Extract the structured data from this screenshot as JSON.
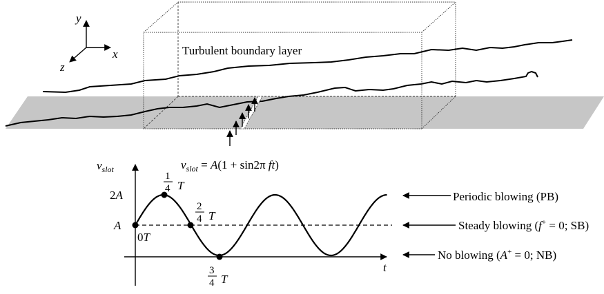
{
  "axes": {
    "y": "y",
    "x": "x",
    "z": "z"
  },
  "box_label": "Turbulent boundary layer",
  "formula": {
    "v": "v",
    "v_sub": "slot",
    "rhs_a": " = ",
    "rhs_A": "A",
    "rhs_b": "(1 + sin2π ",
    "rhs_ft": "ft",
    "rhs_c": ")"
  },
  "plot": {
    "ylabel_v": "v",
    "ylabel_sub": "slot",
    "tick_2A_num": "2",
    "tick_2A_A": "A",
    "tick_A": "A",
    "xlabel": "t",
    "pt0_num": "0",
    "pt0_T": "T",
    "pt1_num": "1",
    "pt1_den": "4",
    "pt1_T": "T",
    "pt2_num": "2",
    "pt2_den": "4",
    "pt2_T": "T",
    "pt3_num": "3",
    "pt3_den": "4",
    "pt3_T": "T"
  },
  "legend": {
    "pb": "Periodic blowing (PB)",
    "sb_a": "Steady blowing (",
    "sb_f": "f",
    "sb_sup": "+",
    "sb_b": " = 0; SB)",
    "nb_a": "No blowing (",
    "nb_A": "A",
    "nb_sup": "+",
    "nb_b": " = 0; NB)"
  }
}
